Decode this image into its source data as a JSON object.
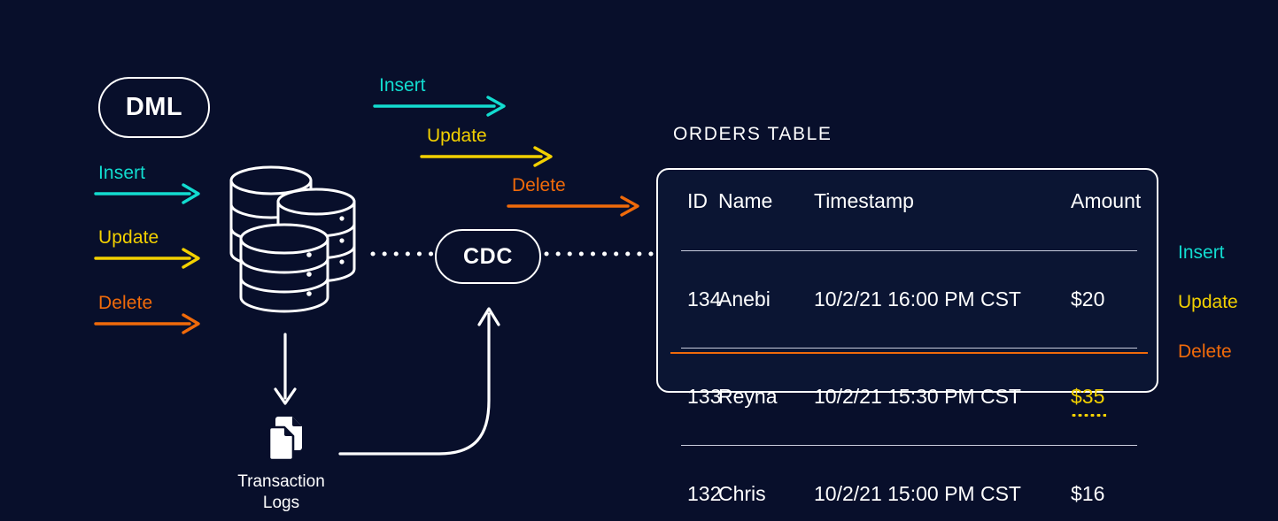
{
  "colors": {
    "background": "#080f2b",
    "card": "#0b1533",
    "line": "#ffffff",
    "insert": "#12dcd0",
    "update": "#f2d000",
    "delete": "#f06a0a",
    "text": "#ffffff",
    "separator": "#c8ccdd"
  },
  "source": {
    "dml_label": "DML",
    "operations": [
      {
        "label": "Insert",
        "color": "#12dcd0"
      },
      {
        "label": "Update",
        "color": "#f2d000"
      },
      {
        "label": "Delete",
        "color": "#f06a0a"
      }
    ],
    "database_icon": "database-stack-icon",
    "down_arrow_icon": "arrow-down-icon",
    "transaction_logs_icon": "documents-icon",
    "transaction_logs_label_line1": "Transaction",
    "transaction_logs_label_line2": "Logs",
    "curved_arrow_icon": "curved-arrow-up-icon"
  },
  "cdc": {
    "label": "CDC",
    "left_connector": "dotted-line",
    "right_connector": "dotted-line"
  },
  "stream": {
    "operations": [
      {
        "label": "Insert",
        "color": "#12dcd0"
      },
      {
        "label": "Update",
        "color": "#f2d000"
      },
      {
        "label": "Delete",
        "color": "#f06a0a"
      }
    ]
  },
  "orders": {
    "title": "ORDERS TABLE",
    "columns": [
      "ID",
      "Name",
      "Timestamp",
      "Amount"
    ],
    "rows": [
      {
        "id": "134",
        "name": "Anebi",
        "date": "10/2/21",
        "time": "16:00 PM CST",
        "amount": "$20",
        "state": "insert"
      },
      {
        "id": "133",
        "name": "Reyna",
        "date": "10/2/21",
        "time": "15:30 PM CST",
        "amount": "$35",
        "state": "update"
      },
      {
        "id": "132",
        "name": "Chris",
        "date": "10/2/21",
        "time": "15:00 PM CST",
        "amount": "$16",
        "state": "delete"
      }
    ]
  },
  "legend": [
    {
      "label": "Insert",
      "color": "#12dcd0"
    },
    {
      "label": "Update",
      "color": "#f2d000"
    },
    {
      "label": "Delete",
      "color": "#f06a0a"
    }
  ]
}
